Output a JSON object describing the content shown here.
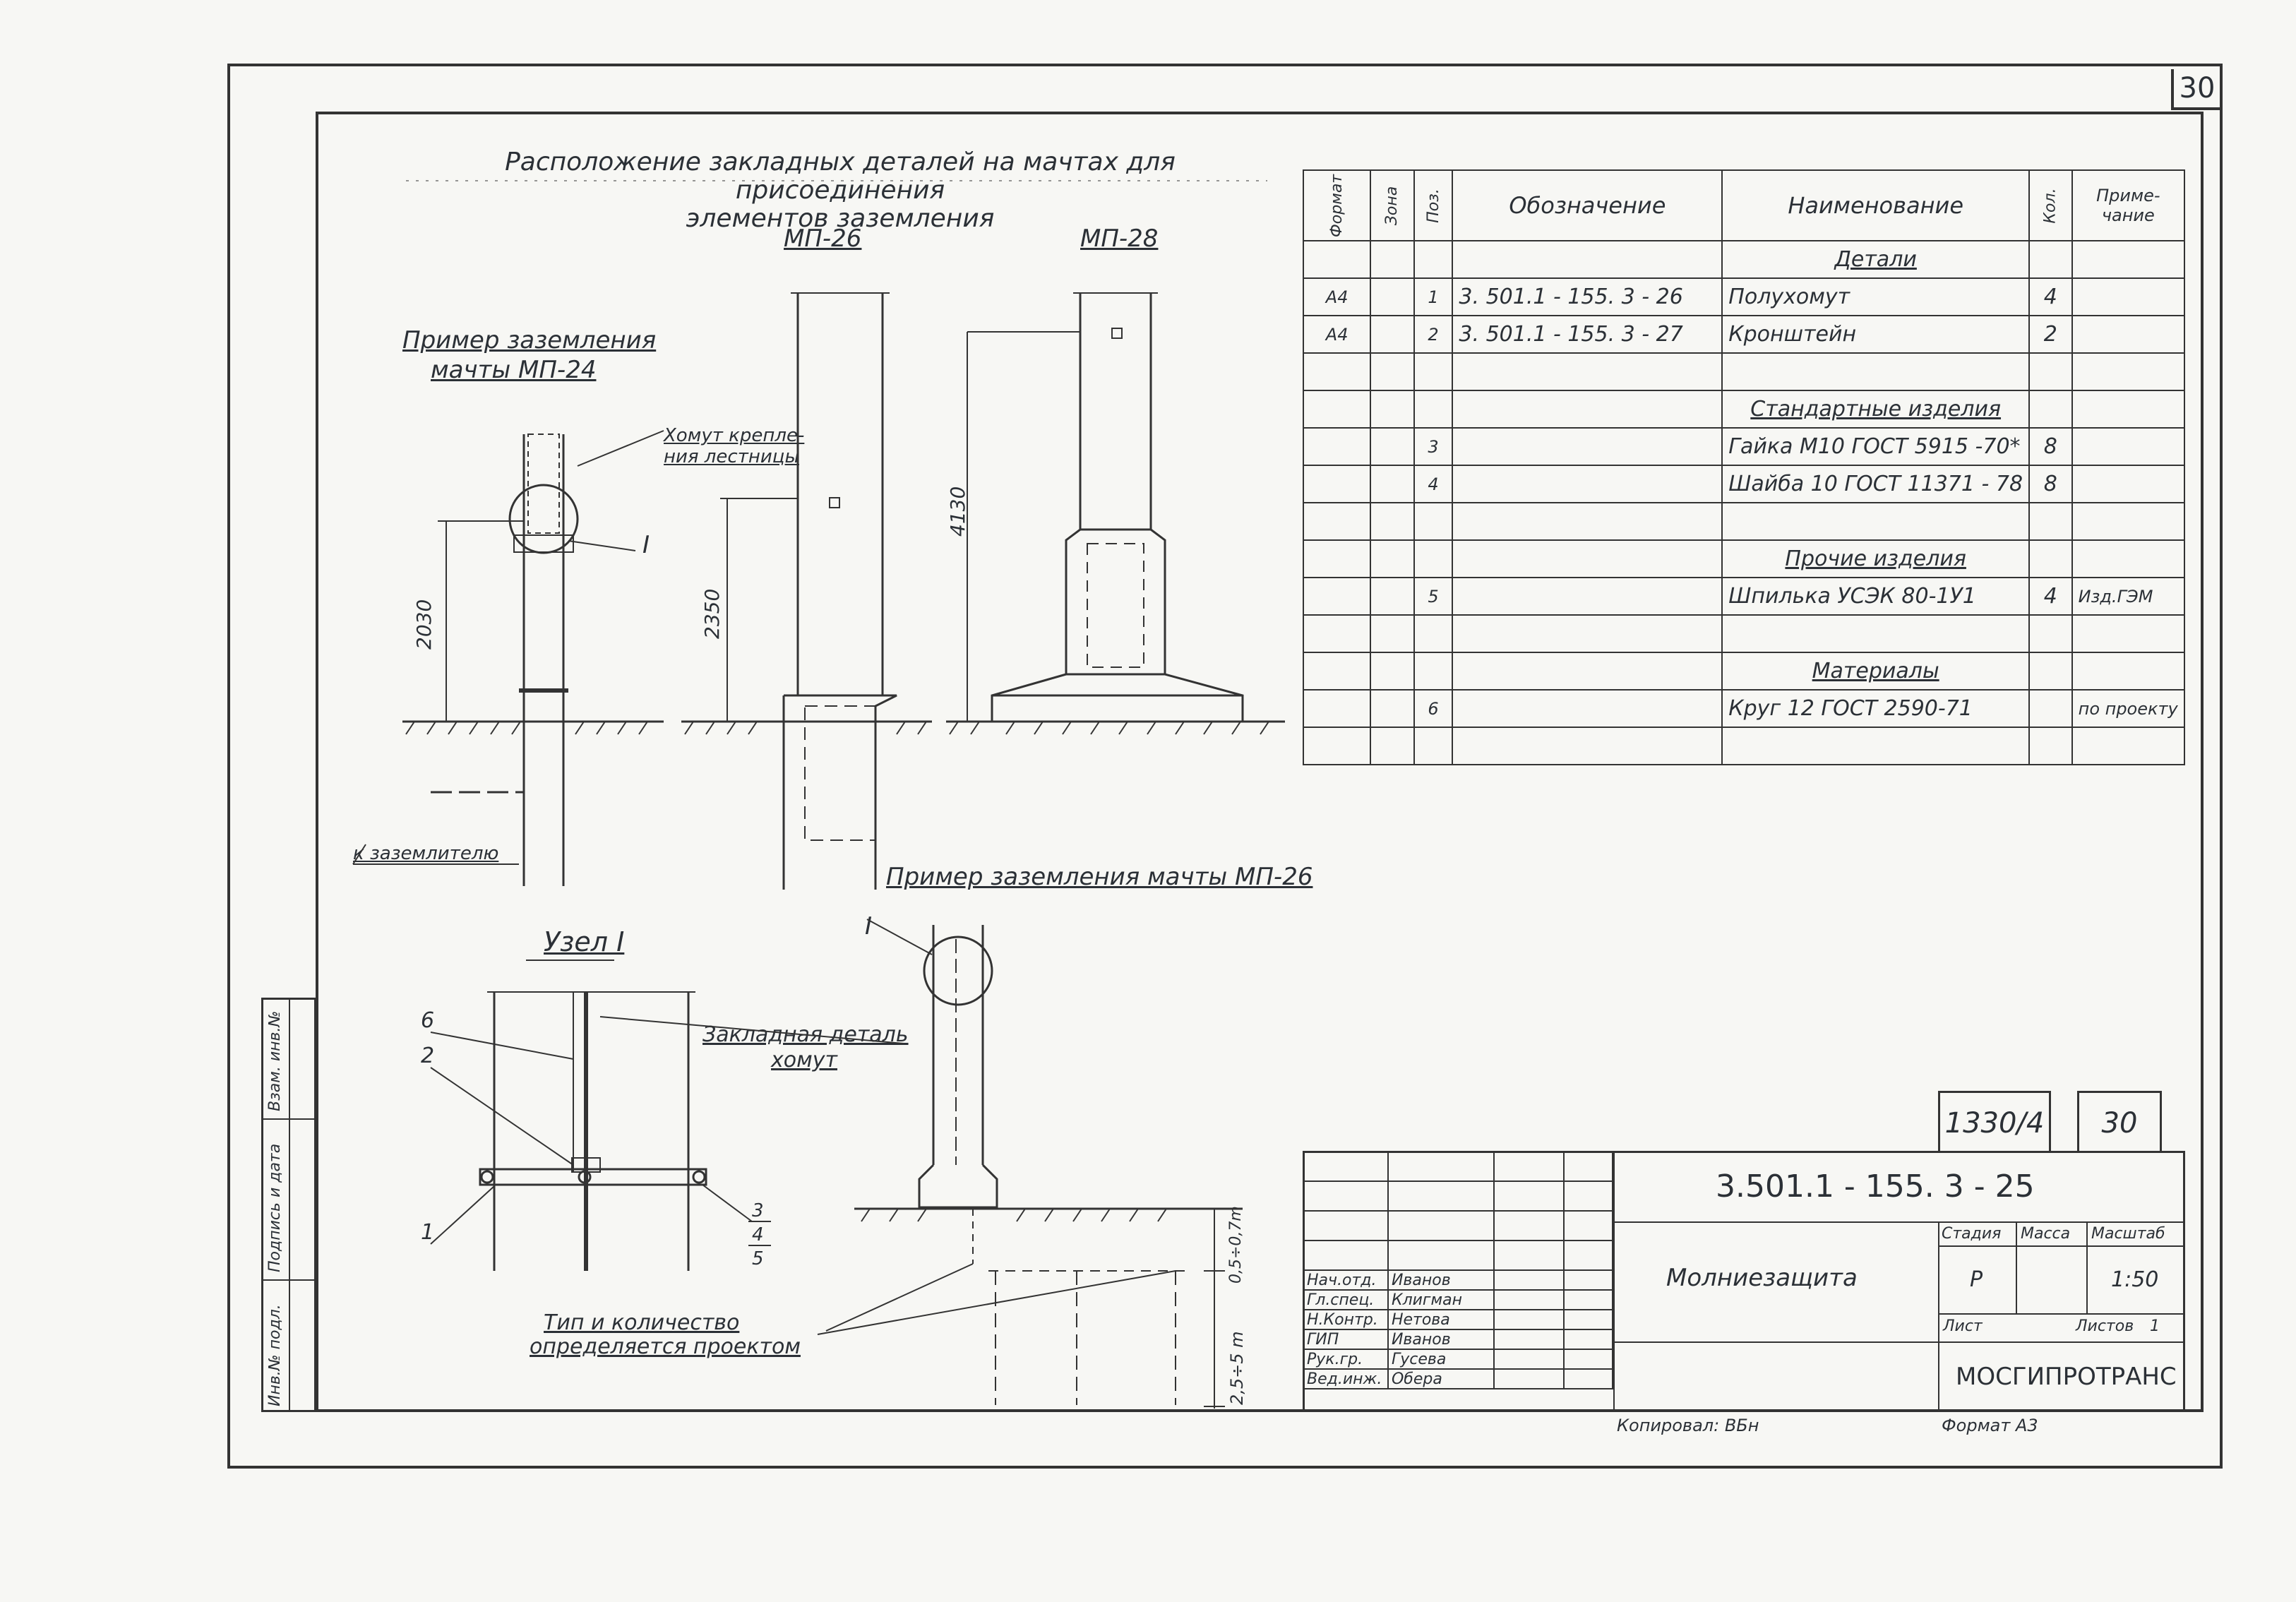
{
  "sheet_number": "30",
  "drawing_title": {
    "line1": "Расположение закладных деталей на мачтах для присоединения",
    "line2": "элементов заземления"
  },
  "views": {
    "mast_mp26": "МП-26",
    "mast_mp28": "МП-28",
    "example_mp24_line1": "Пример заземления",
    "example_mp24_line2": "мачты МП-24",
    "example_mp26": "Пример заземления мачты МП-26",
    "node_title": "Узел I"
  },
  "notes": {
    "clamp_line1": "Хомут крепле-",
    "clamp_line2": "ния лестницы",
    "node_marker": "I",
    "to_grounding": "к заземлителю",
    "embedded_line1": "Закладная деталь",
    "embedded_line2": "хомут",
    "type_line1": "Тип и количество",
    "type_line2": "определяется проектом"
  },
  "dimensions": {
    "mp24": "2030",
    "mp26": "2350",
    "mp28": "4130",
    "depth1": "0,5÷0,7m",
    "depth2": "2,5÷5 m"
  },
  "positions": [
    "6",
    "2",
    "1",
    "3",
    "4",
    "5"
  ],
  "side_stamp": {
    "inv_orig": "Инв.№ подл.",
    "sign_date": "Подпись и дата",
    "inv_replace": "Взам. инв.№"
  },
  "spec_table": {
    "headers": {
      "format": "Формат",
      "zone": "Зона",
      "pos": "Поз.",
      "designation": "Обозначение",
      "name": "Наименование",
      "qty": "Кол.",
      "note_line1": "Приме-",
      "note_line2": "чание"
    },
    "rows": [
      {
        "type": "section",
        "name": "Детали"
      },
      {
        "format": "А4",
        "zone": "",
        "pos": "1",
        "designation": "3. 501.1 - 155. 3 - 26",
        "name": "Полухомут",
        "qty": "4",
        "note": ""
      },
      {
        "format": "А4",
        "zone": "",
        "pos": "2",
        "designation": "3. 501.1 - 155. 3 - 27",
        "name": "Кронштейн",
        "qty": "2",
        "note": ""
      },
      {
        "type": "blank"
      },
      {
        "type": "section",
        "name": "Стандартные изделия"
      },
      {
        "format": "",
        "zone": "",
        "pos": "3",
        "designation": "",
        "name": "Гайка М10  ГОСТ 5915 -70*",
        "qty": "8",
        "note": ""
      },
      {
        "format": "",
        "zone": "",
        "pos": "4",
        "designation": "",
        "name": "Шайба 10 ГОСТ 11371 - 78",
        "qty": "8",
        "note": ""
      },
      {
        "type": "blank"
      },
      {
        "type": "section",
        "name": "Прочие изделия"
      },
      {
        "format": "",
        "zone": "",
        "pos": "5",
        "designation": "",
        "name": "Шпилька УСЭК 80-1У1",
        "qty": "4",
        "note": "Изд.ГЭМ"
      },
      {
        "type": "blank"
      },
      {
        "type": "section",
        "name": "Материалы"
      },
      {
        "format": "",
        "zone": "",
        "pos": "6",
        "designation": "",
        "name": "Круг 12  ГОСТ 2590-71",
        "qty": "",
        "note": "по проекту"
      },
      {
        "type": "blank"
      }
    ]
  },
  "title_block": {
    "order_number": "1330/4",
    "sheet": "30",
    "document_code": "3.501.1 - 155. 3 - 25",
    "object_name": "Молниезащита",
    "stage_label": "Стадия",
    "mass_label": "Масса",
    "scale_label": "Масштаб",
    "stage_value": "Р",
    "scale_value": "1:50",
    "sheet_label": "Лист",
    "sheets_label": "Листов",
    "sheets_value": "1",
    "organization": "МОСГИПРОТРАНС",
    "copied_by": "Копировал: ВБн",
    "format": "Формат А3",
    "signatories": [
      {
        "role": "Нач.отд.",
        "name": "Иванов"
      },
      {
        "role": "Гл.спец.",
        "name": "Клигман"
      },
      {
        "role": "Н.Контр.",
        "name": "Нетова"
      },
      {
        "role": "ГИП",
        "name": "Иванов"
      },
      {
        "role": "Рук.гр.",
        "name": "Гусева"
      },
      {
        "role": "Вед.инж.",
        "name": "Обера"
      }
    ]
  }
}
